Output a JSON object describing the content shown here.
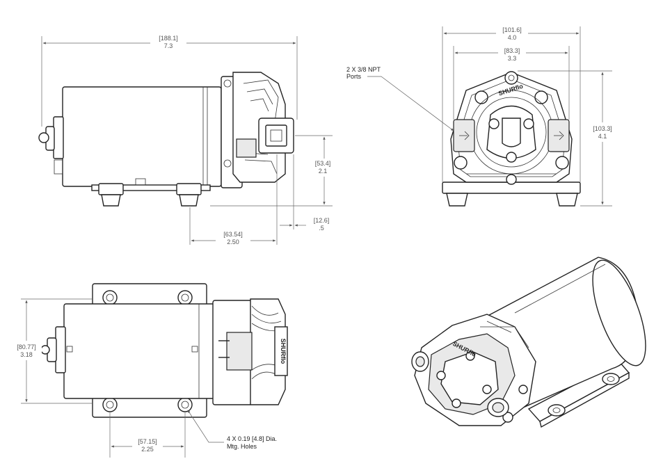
{
  "side_view": {
    "overall_length": {
      "metric": "[188.1]",
      "imperial": "7.3"
    },
    "port_height": {
      "metric": "[53.4]",
      "imperial": "2.1"
    },
    "hole_to_port": {
      "metric": "[63.54]",
      "imperial": "2.50"
    },
    "port_offset": {
      "metric": "[12.6]",
      "imperial": ".5"
    }
  },
  "front_view": {
    "overall_width": {
      "metric": "[101.6]",
      "imperial": "4.0"
    },
    "port_spacing": {
      "metric": "[83.3]",
      "imperial": "3.3"
    },
    "overall_height": {
      "metric": "[103.3]",
      "imperial": "4.1"
    },
    "ports_note": [
      "2 X 3/8 NPT",
      "Ports"
    ],
    "brand_mark": "SHURflo"
  },
  "top_view": {
    "base_width": {
      "metric": "[80.77]",
      "imperial": "3.18"
    },
    "hole_spacing": {
      "metric": "[57.15]",
      "imperial": "2.25"
    },
    "holes_note": [
      "4 X 0.19 [4.8] Dia.",
      "Mtg. Holes"
    ],
    "brand_mark": "SHURflo"
  },
  "iso_view": {
    "brand_mark": "SHURflo"
  }
}
